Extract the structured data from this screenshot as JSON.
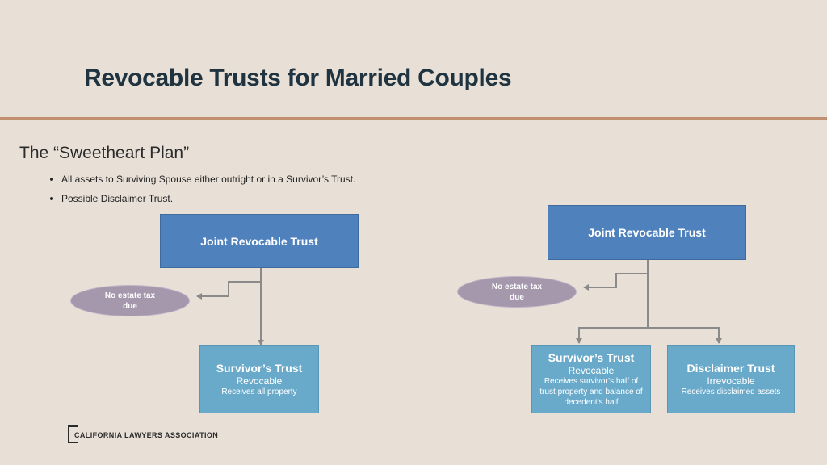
{
  "title": "Revocable Trusts for Married Couples",
  "subtitle": "The “Sweetheart Plan”",
  "bullets": [
    "All assets to Surviving Spouse either outright or in a Survivor’s Trust.",
    "Possible Disclaimer Trust."
  ],
  "left_diagram": {
    "joint": "Joint Revocable Trust",
    "no_tax": "No estate tax due",
    "survivor": {
      "title": "Survivor’s Trust",
      "type": "Revocable",
      "desc": "Receives all property"
    }
  },
  "right_diagram": {
    "joint": "Joint Revocable Trust",
    "no_tax": "No estate tax due",
    "survivor": {
      "title": "Survivor’s Trust",
      "type": "Revocable",
      "desc": "Receives survivor’s half of trust property and balance of decedent’s half"
    },
    "disclaimer": {
      "title": "Disclaimer Trust",
      "type": "Irrevocable",
      "desc": "Receives disclaimed assets"
    }
  },
  "footer": {
    "logo_text": "CALIFORNIA LAWYERS ASSOCIATION"
  },
  "colors": {
    "joint_box": "#4f81bd",
    "trust_box": "#69aacb",
    "ellipse": "#a598ad",
    "rule": "#c09070",
    "title": "#1f3440"
  }
}
